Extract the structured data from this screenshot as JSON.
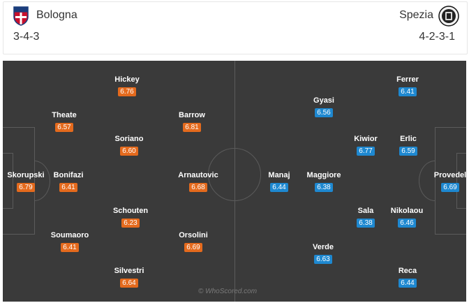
{
  "home": {
    "name": "Bologna",
    "formation": "3-4-3",
    "color": "#e46a1d",
    "logo_icon": "bologna-crest-icon",
    "players": [
      {
        "name": "Skorupski",
        "rating": "6.79"
      },
      {
        "name": "Bonifazi",
        "rating": "6.41"
      },
      {
        "name": "Theate",
        "rating": "6.57"
      },
      {
        "name": "Soumaoro",
        "rating": "6.41"
      },
      {
        "name": "Hickey",
        "rating": "6.76"
      },
      {
        "name": "Soriano",
        "rating": "6.60"
      },
      {
        "name": "Schouten",
        "rating": "6.23"
      },
      {
        "name": "Silvestri",
        "rating": "6.64"
      },
      {
        "name": "Barrow",
        "rating": "6.81"
      },
      {
        "name": "Arnautovic",
        "rating": "6.68"
      },
      {
        "name": "Orsolini",
        "rating": "6.69"
      }
    ]
  },
  "away": {
    "name": "Spezia",
    "formation": "4-2-3-1",
    "color": "#1e88d0",
    "logo_icon": "spezia-crest-icon",
    "players": [
      {
        "name": "Provedel",
        "rating": "6.69"
      },
      {
        "name": "Ferrer",
        "rating": "6.41"
      },
      {
        "name": "Erlic",
        "rating": "6.59"
      },
      {
        "name": "Nikolaou",
        "rating": "6.46"
      },
      {
        "name": "Reca",
        "rating": "6.44"
      },
      {
        "name": "Kiwior",
        "rating": "6.77"
      },
      {
        "name": "Sala",
        "rating": "6.38"
      },
      {
        "name": "Gyasi",
        "rating": "6.56"
      },
      {
        "name": "Maggiore",
        "rating": "6.38"
      },
      {
        "name": "Verde",
        "rating": "6.63"
      },
      {
        "name": "Manaj",
        "rating": "6.44"
      }
    ]
  },
  "watermark": "© WhoScored.com"
}
